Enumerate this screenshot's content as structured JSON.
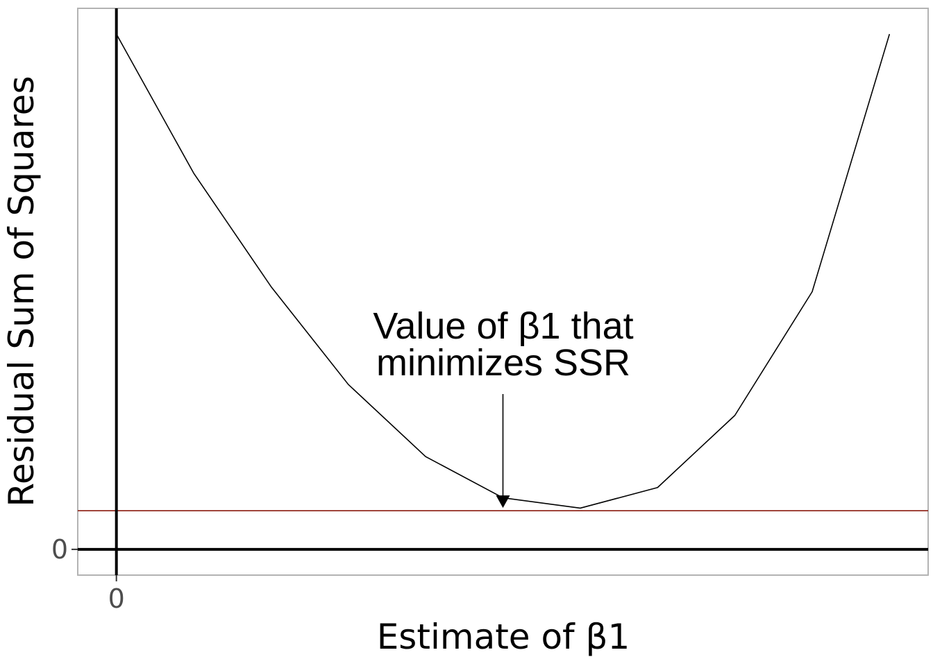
{
  "chart_data": {
    "type": "line",
    "title": "",
    "xlabel": "Estimate of β1",
    "ylabel": "Residual Sum of Squares",
    "x_ticks": [
      "0"
    ],
    "y_ticks": [
      "0"
    ],
    "xlim": [
      -0.05,
      1.05
    ],
    "ylim": [
      -0.05,
      1.05
    ],
    "grid": false,
    "series": [
      {
        "x": [
          0,
          0.1,
          0.2,
          0.3,
          0.4,
          0.5,
          0.6,
          0.7,
          0.8,
          0.9,
          1.0
        ],
        "y": [
          1.0,
          0.73,
          0.51,
          0.32,
          0.18,
          0.1,
          0.08,
          0.12,
          0.26,
          0.5,
          1.0
        ]
      }
    ],
    "minimum": {
      "x": 0.5,
      "y": 0.075
    },
    "reference_lines": [
      {
        "orientation": "horizontal",
        "value": 0.075,
        "color": "#8b1a0e"
      },
      {
        "orientation": "horizontal",
        "value": 0,
        "color": "#000000"
      },
      {
        "orientation": "vertical",
        "value": 0,
        "color": "#000000"
      }
    ],
    "annotation": {
      "lines": [
        "Value of β1 that",
        "minimizes SSR"
      ]
    }
  }
}
